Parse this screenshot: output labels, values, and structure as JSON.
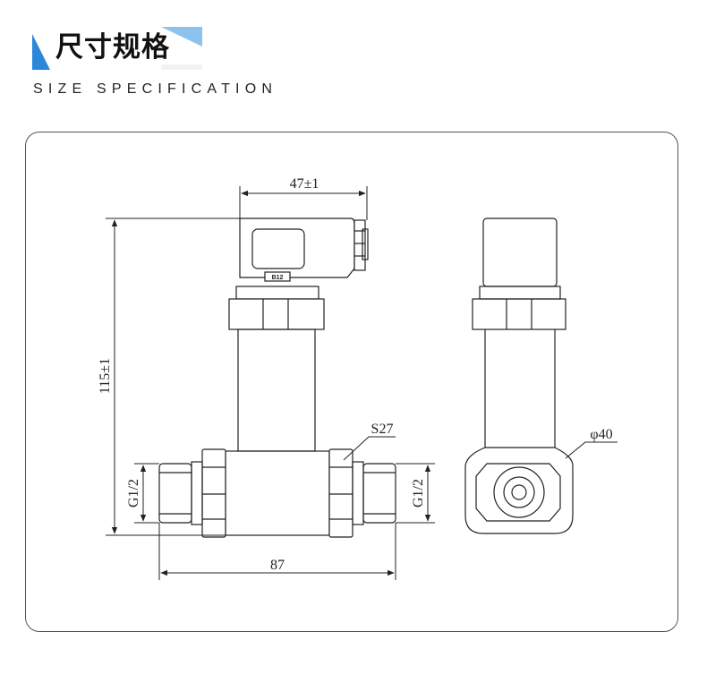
{
  "header": {
    "title": "尺寸规格",
    "subtitle": "SIZE SPECIFICATION",
    "accent_color": "#2b87d8"
  },
  "front_view": {
    "connector_label": "B12",
    "dim_width": "47±1",
    "dim_height": "115±1",
    "dim_length": "87",
    "port_left": "G1/2",
    "port_right": "G1/2",
    "hex_callout": "S27"
  },
  "side_view": {
    "diameter_callout": "φ40"
  }
}
